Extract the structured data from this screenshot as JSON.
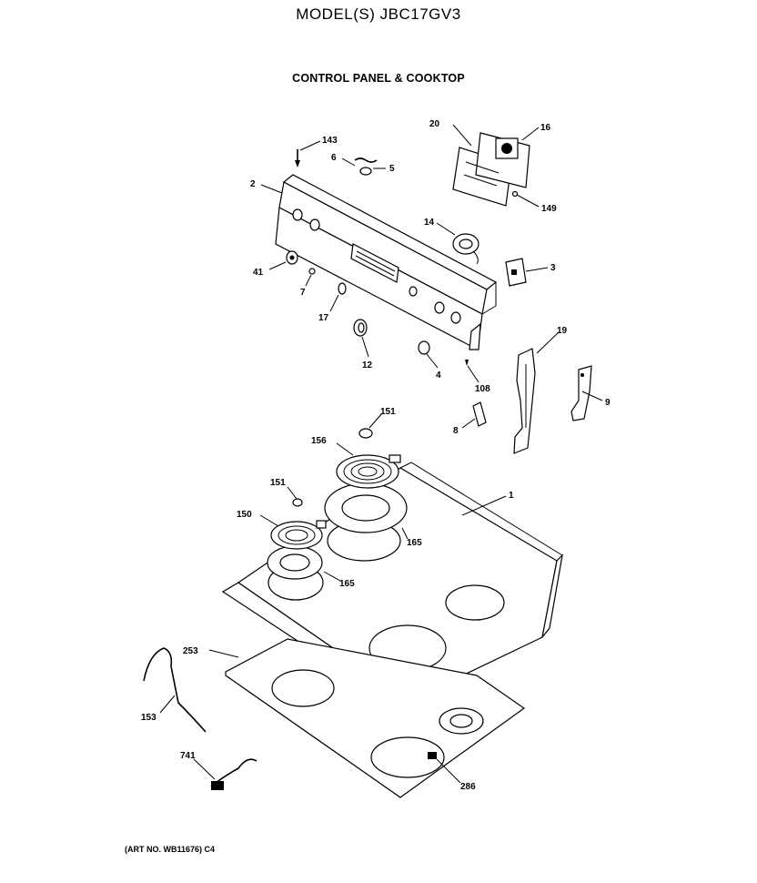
{
  "header": {
    "model": "MODEL(S) JBC17GV3",
    "subtitle": "CONTROL PANEL & COOKTOP"
  },
  "footer": {
    "art_no": "(ART NO. WB11676) C4"
  },
  "callouts": [
    {
      "id": "143",
      "label": "143"
    },
    {
      "id": "20",
      "label": "20"
    },
    {
      "id": "16",
      "label": "16"
    },
    {
      "id": "6",
      "label": "6"
    },
    {
      "id": "5",
      "label": "5"
    },
    {
      "id": "2",
      "label": "2"
    },
    {
      "id": "149",
      "label": "149"
    },
    {
      "id": "14",
      "label": "14"
    },
    {
      "id": "3",
      "label": "3"
    },
    {
      "id": "41",
      "label": "41"
    },
    {
      "id": "7",
      "label": "7"
    },
    {
      "id": "17",
      "label": "17"
    },
    {
      "id": "12",
      "label": "12"
    },
    {
      "id": "4",
      "label": "4"
    },
    {
      "id": "19",
      "label": "19"
    },
    {
      "id": "108",
      "label": "108"
    },
    {
      "id": "9",
      "label": "9"
    },
    {
      "id": "8",
      "label": "8"
    },
    {
      "id": "151a",
      "label": "151"
    },
    {
      "id": "156",
      "label": "156"
    },
    {
      "id": "151b",
      "label": "151"
    },
    {
      "id": "1",
      "label": "1"
    },
    {
      "id": "150",
      "label": "150"
    },
    {
      "id": "165a",
      "label": "165"
    },
    {
      "id": "165b",
      "label": "165"
    },
    {
      "id": "253",
      "label": "253"
    },
    {
      "id": "153",
      "label": "153"
    },
    {
      "id": "741",
      "label": "741"
    },
    {
      "id": "286",
      "label": "286"
    }
  ]
}
